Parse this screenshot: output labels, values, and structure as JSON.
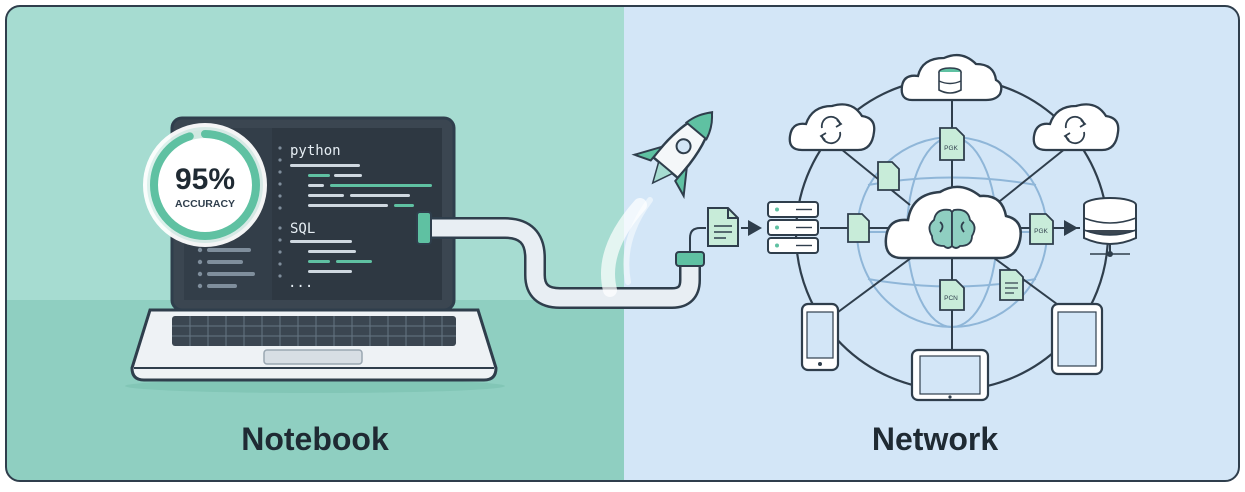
{
  "colors": {
    "left_panel_top": "#a6dcd1",
    "left_panel_bottom": "#8fcfc1",
    "right_panel": "#d3e6f7",
    "outline": "#2f3e4c",
    "accent_green": "#5fc1a2",
    "code_bg": "#3b4651",
    "doc_green": "#c8ecd9",
    "cloud_fill": "#ffffff",
    "globe_line": "#8fb6d8"
  },
  "notebook": {
    "accuracy_value": "95%",
    "accuracy_label": "ACCURACY",
    "accuracy_progress": 0.95,
    "code_label_1": "python",
    "code_label_2": "SQL",
    "code_ellipsis": "...",
    "caption": "Notebook"
  },
  "network": {
    "caption": "Network",
    "doc_labels": {
      "top": "PGK",
      "right": "PGK",
      "bottom": "PCN"
    },
    "icons": [
      "database-icon",
      "sync-icon",
      "brain-icon",
      "server-icon",
      "phone-icon",
      "tablet-icon",
      "rocket-icon",
      "document-icon"
    ]
  }
}
